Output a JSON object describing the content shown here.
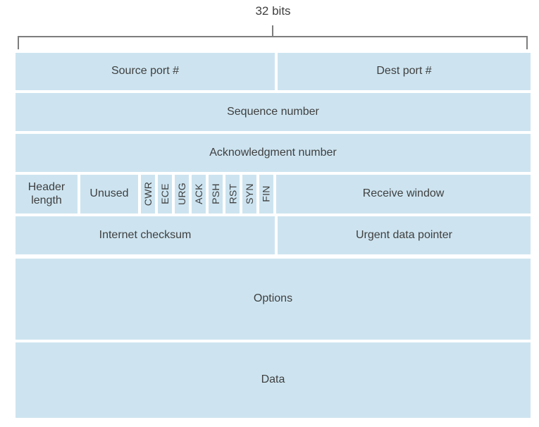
{
  "title_label": "32 bits",
  "colors": {
    "cell_fill": "#cde4f0",
    "text": "#3f3f3f",
    "bracket_line": "#7d7d7d",
    "background": "#ffffff"
  },
  "rows": {
    "row1": {
      "left": "Source port #",
      "right": "Dest port #"
    },
    "row2": {
      "label": "Sequence number"
    },
    "row3": {
      "label": "Acknowledgment number"
    },
    "row4": {
      "header_length": "Header length",
      "unused": "Unused",
      "flags": [
        "CWR",
        "ECE",
        "URG",
        "ACK",
        "PSH",
        "RST",
        "SYN",
        "FIN"
      ],
      "receive_window": "Receive window"
    },
    "row5": {
      "left": "Internet checksum",
      "right": "Urgent data pointer"
    },
    "row6": {
      "label": "Options"
    },
    "row7": {
      "label": "Data"
    }
  }
}
